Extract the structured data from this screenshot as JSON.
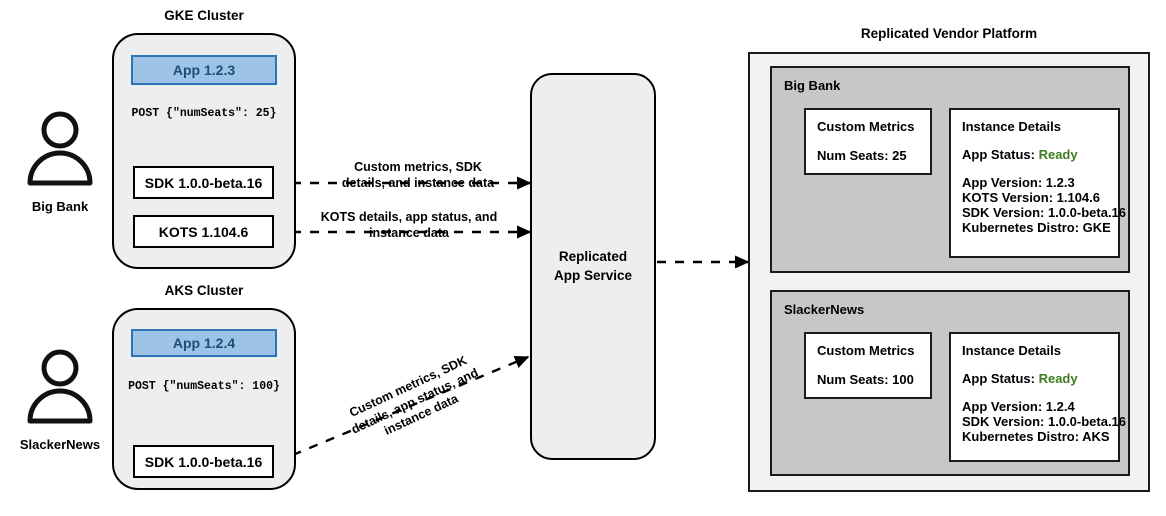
{
  "diagram": {
    "titles": {
      "gke_cluster": "GKE Cluster",
      "aks_cluster": "AKS Cluster",
      "vendor_platform": "Replicated Vendor Platform"
    },
    "actors": [
      {
        "name": "Big Bank",
        "icon": "person-icon"
      },
      {
        "name": "SlackerNews",
        "icon": "person-icon"
      }
    ],
    "gke_cluster": {
      "app_box": "App 1.2.3",
      "post_text": "POST {\"numSeats\": 25}",
      "sdk_box": "SDK 1.0.0-beta.16",
      "kots_box": "KOTS 1.104.6"
    },
    "aks_cluster": {
      "app_box": "App 1.2.4",
      "post_text": "POST {\"numSeats\": 100}",
      "sdk_box": "SDK 1.0.0-beta.16"
    },
    "edge_labels": {
      "sdk_to_service": "Custom metrics, SDK\ndetails, and instance data",
      "kots_to_service": "KOTS details, app status, and\ninstance data",
      "aks_to_service": "Custom metrics, SDK\ndetails, app status, and\ninstance data"
    },
    "service": {
      "label": "Replicated\nApp Service"
    },
    "platform": {
      "tenants": [
        {
          "name": "Big Bank",
          "custom_metrics": {
            "title": "Custom Metrics",
            "lines": [
              "Num Seats: 25"
            ]
          },
          "instance_details": {
            "title": "Instance Details",
            "status_label": "App Status:",
            "status_value": "Ready",
            "lines": [
              "App Version: 1.2.3",
              "KOTS Version: 1.104.6",
              "SDK Version: 1.0.0-beta.16",
              "Kubernetes Distro: GKE"
            ]
          }
        },
        {
          "name": "SlackerNews",
          "custom_metrics": {
            "title": "Custom Metrics",
            "lines": [
              "Num Seats: 100"
            ]
          },
          "instance_details": {
            "title": "Instance Details",
            "status_label": "App Status:",
            "status_value": "Ready",
            "lines": [
              "App Version: 1.2.4",
              "SDK Version: 1.0.0-beta.16",
              "Kubernetes Distro: AKS"
            ]
          }
        }
      ]
    },
    "colors": {
      "app_fill": "#9dc3e6",
      "app_border": "#2e75b6",
      "app_text": "#1f4e79",
      "cluster_fill": "#eeeeee",
      "tenant_fill": "#c7c7c7",
      "platform_fill": "#f2f2f2",
      "status_ready": "#3d7c1f",
      "stroke": "#000000"
    }
  }
}
